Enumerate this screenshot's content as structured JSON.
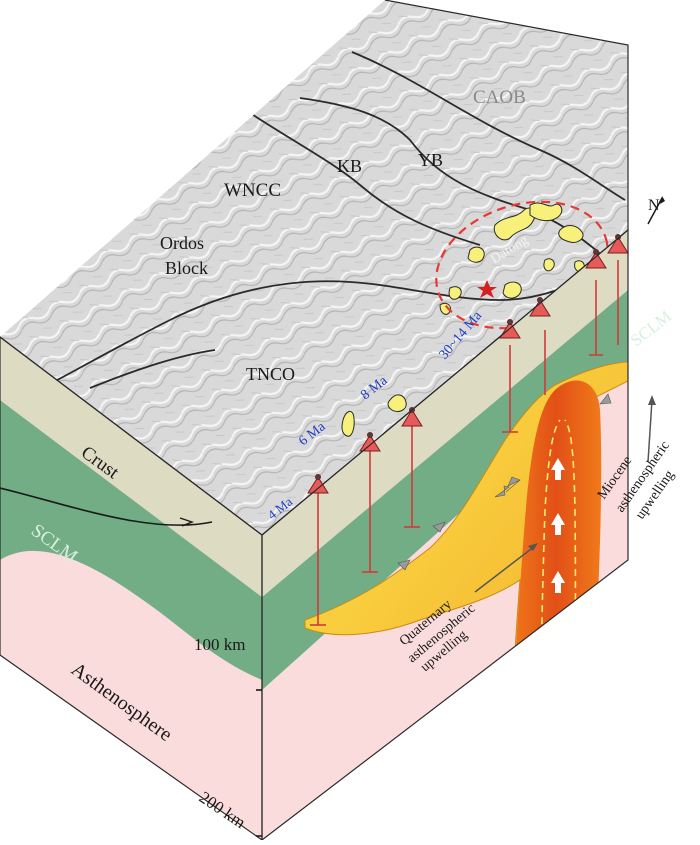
{
  "surface_labels": {
    "caob": "CAOB",
    "kb": "KB",
    "yb": "YB",
    "wncc": "WNCC",
    "ordos_1": "Ordos",
    "ordos_2": "Block",
    "tnco": "TNCO",
    "north": "N",
    "datong": "Datong"
  },
  "ages": {
    "a4": "4 Ma",
    "a6": "6 Ma",
    "a8": "8 Ma",
    "a30": "30~14 Ma"
  },
  "layers": {
    "crust": "Crust",
    "sclm_left": "SCLM",
    "sclm_right": "SCLM",
    "asthenosphere": "Asthenosphere"
  },
  "depths": {
    "d100": "100 km",
    "d200": "200 km"
  },
  "upwelling": {
    "quaternary": [
      "Quaternary",
      "asthenospheric",
      "upwelling"
    ],
    "miocene": [
      "Miocene",
      "asthenospheric",
      "upwelling"
    ]
  },
  "colors": {
    "crust": "#dedbc3",
    "sclm": "#73ad86",
    "asthenosphere": "#fbdcdc",
    "surface": "#d9d9d9",
    "volcanic": "#f7f07a",
    "plume_core": "#e8621c",
    "plume_outer": "#f5bc2a",
    "volcano": "#e65a5a",
    "datong_circle": "#e53935",
    "age_text": "#1d3fc4"
  }
}
